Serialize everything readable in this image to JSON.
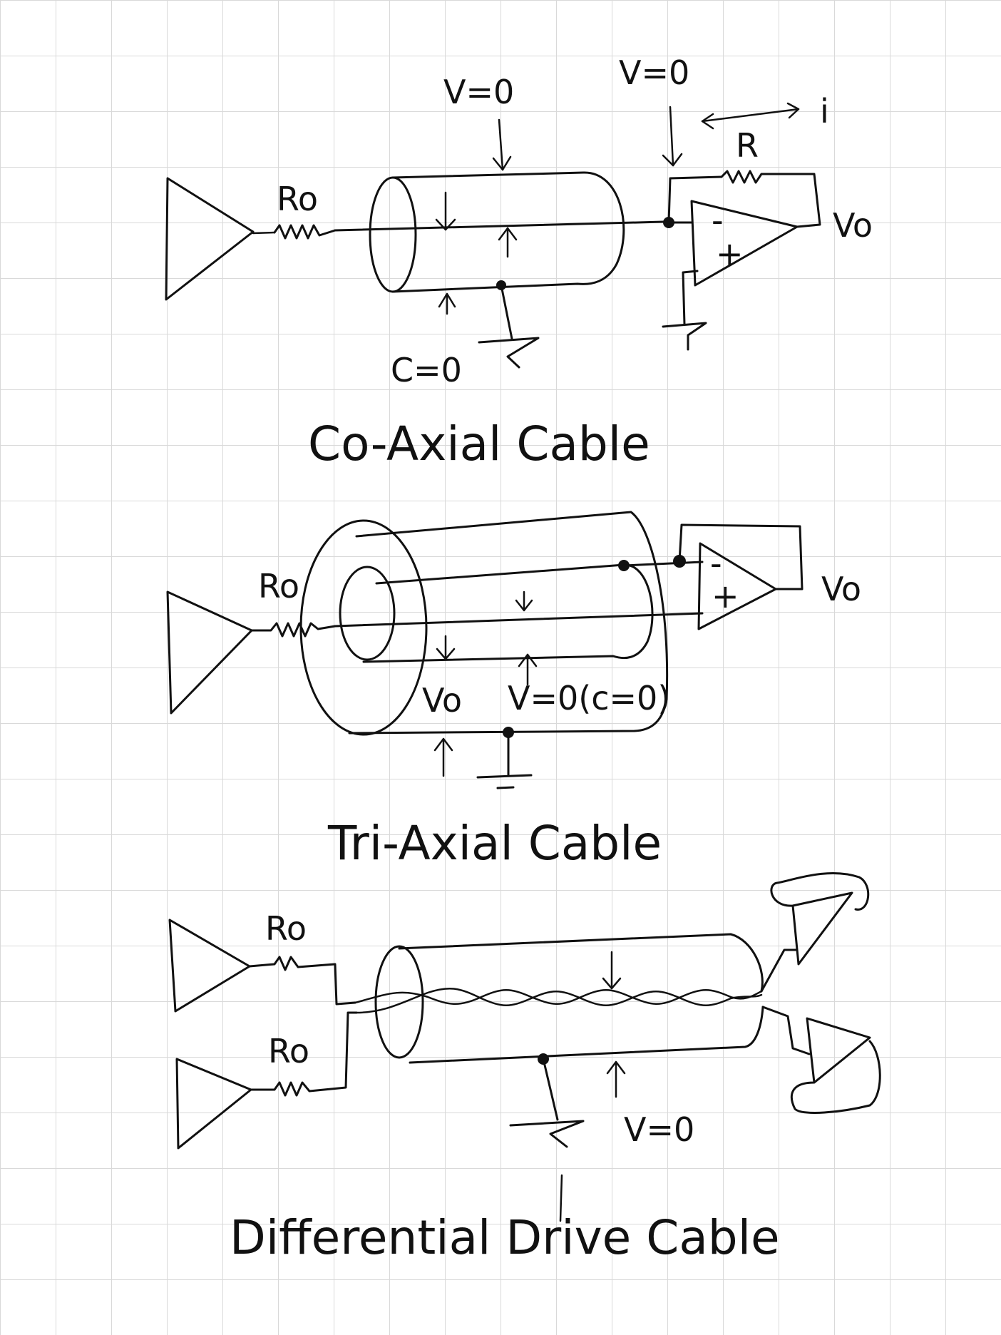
{
  "diagrams": [
    {
      "title": "Co-Axial Cable",
      "labels": {
        "source_resistor": "Ro",
        "shield_voltage": "V=0",
        "input_voltage": "V=0",
        "current": "i",
        "feedback_resistor": "R",
        "output": "Vo",
        "shield_charge": "C=0"
      },
      "opamp_inputs": {
        "inverting": "-",
        "noninverting": "+"
      }
    },
    {
      "title": "Tri-Axial Cable",
      "labels": {
        "source_resistor": "Ro",
        "output": "Vo",
        "inner_shield_voltage": "Vo",
        "outer_voltage": "V=0(c=0)"
      },
      "opamp_inputs": {
        "inverting": "-",
        "noninverting": "+"
      }
    },
    {
      "title": "Differential Drive Cable",
      "labels": {
        "source_resistor_top": "Ro",
        "source_resistor_bottom": "Ro",
        "shield_voltage": "V=0"
      }
    }
  ]
}
